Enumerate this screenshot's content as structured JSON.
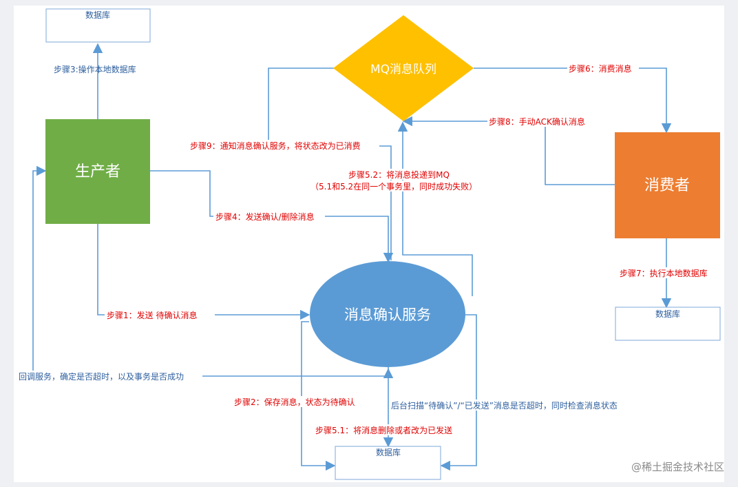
{
  "nodes": {
    "db_top": "数据库",
    "mq": "MQ消息队列",
    "producer": "生产者",
    "consumer": "消费者",
    "confirm_service": "消息确认服务",
    "db_right": "数据库",
    "db_bottom": "数据库"
  },
  "labels": {
    "step3": "步骤3:操作本地数据库",
    "step6": "步骤6：消费消息",
    "step8": "步骤8：手动ACK确认消息",
    "step9": "步骤9：通知消息确认服务，将状态改为已消费",
    "step52_line1": "步骤5.2：将消息投递到MQ",
    "step52_line2": "（5.1和5.2在同一个事务里，同时成功失败）",
    "step4": "步骤4：发送确认/删除消息",
    "step7": "步骤7：执行本地数据库",
    "step1": "步骤1：发送 待确认消息",
    "callback": "回调服务，确定是否超时，以及事务是否成功",
    "step2": "步骤2：保存消息，状态为待确认",
    "scan": "后台扫描“待确认”/“已发送”消息是否超时，同时检查消息状态",
    "step51": "步骤5.1：将消息删除或者改为已发送"
  },
  "watermark": "@稀土掘金技术社区",
  "colors": {
    "producer": "#70ad47",
    "consumer": "#ed7d31",
    "mq": "#ffc000",
    "service": "#5b9bd5",
    "line": "#5b9bd5",
    "red_text": "#e00000",
    "blue_text": "#2e5f9e"
  }
}
